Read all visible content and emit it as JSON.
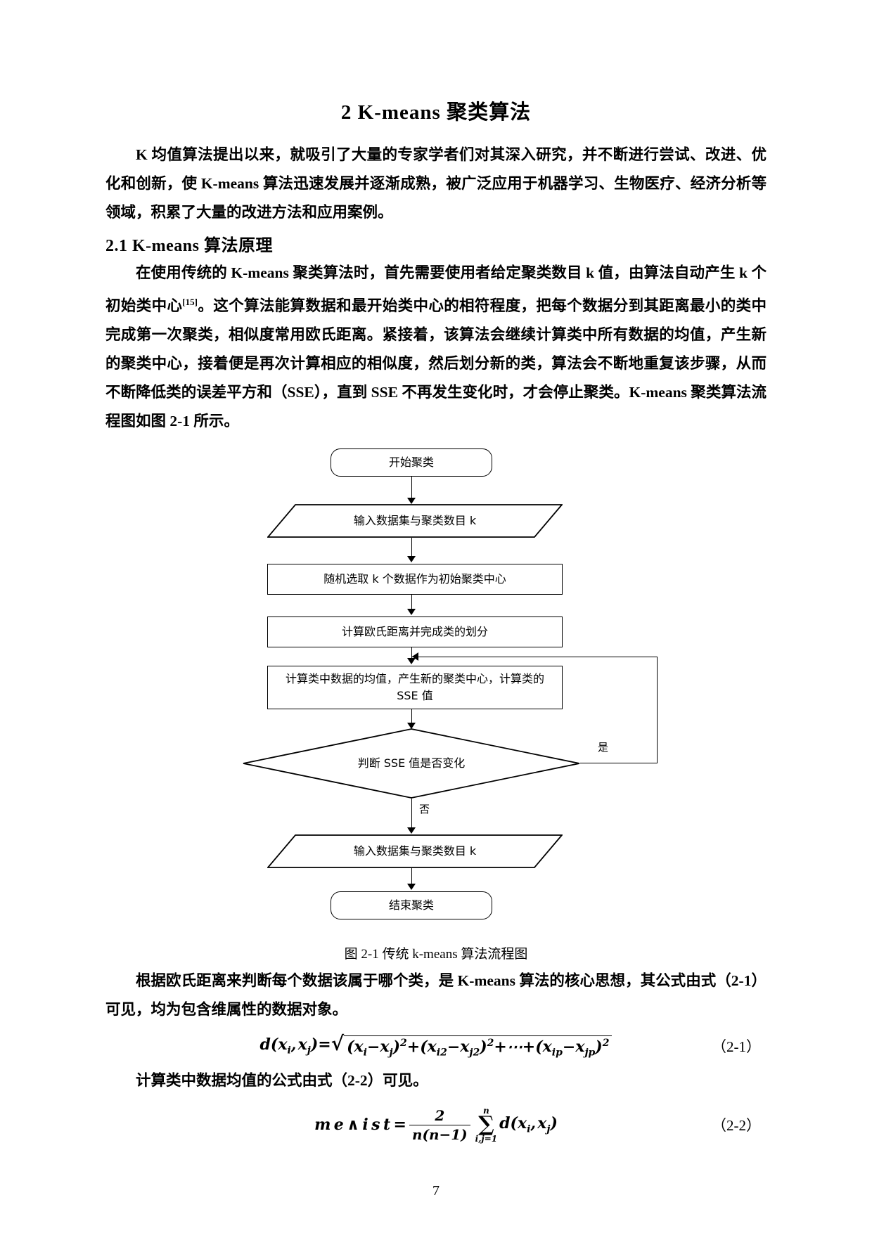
{
  "document": {
    "title": "2  K-means 聚类算法",
    "page_number": "7"
  },
  "intro_paragraph": "K 均值算法提出以来，就吸引了大量的专家学者们对其深入研究，并不断进行尝试、改进、优化和创新，使 K-means 算法迅速发展并逐渐成熟，被广泛应用于机器学习、生物医疗、经济分析等领域，积累了大量的改进方法和应用案例。",
  "section": {
    "heading": "2.1 K-means 算法原理",
    "paragraph_part1": "在使用传统的 K-means 聚类算法时，首先需要使用者给定聚类数目 k 值，由算法自动产生 k 个初始类中心",
    "reference_mark": "[15]",
    "paragraph_part2": "。这个算法能算数据和最开始类中心的相符程度，把每个数据分到其距离最小的类中完成第一次聚类，相似度常用欧氏距离。紧接着，该算法会继续计算类中所有数据的均值，产生新的聚类中心，接着便是再次计算相应的相似度，然后划分新的类，算法会不断地重复该步骤，从而不断降低类的误差平方和（SSE），直到 SSE 不再发生变化时，才会停止聚类。K-means 聚类算法流程图如图 2-1 所示。"
  },
  "flowchart": {
    "nodes": {
      "start": "开始聚类",
      "input_top": "输入数据集与聚类数目 k",
      "select_centers": "随机选取 k 个数据作为初始聚类中心",
      "compute_distance": "计算欧氏距离并完成类的划分",
      "compute_mean": "计算类中数据的均值，产生新的聚类中心，计算类的 SSE 值",
      "decision": "判断 SSE 值是否变化",
      "output_bottom": "输入数据集与聚类数目 k",
      "end": "结束聚类"
    },
    "edge_labels": {
      "yes": "是",
      "no": "否"
    },
    "caption": "图 2-1 传统 k-means 算法流程图"
  },
  "after_figure": {
    "paragraph": "根据欧氏距离来判断每个数据该属于哪个类，是 K-means 算法的核心思想，其公式由式（2-1）可见，均为包含维属性的数据对象。",
    "paragraph2": "计算类中数据均值的公式由式（2-2）可见。"
  },
  "formulas": {
    "eq1": {
      "lhs": "d",
      "args": "x i , x j",
      "number": "（2-1）",
      "terms": {
        "t1_base": "x",
        "t1_sub": "i",
        "t1_minus": "−",
        "t1_b": "x",
        "t1_b_sub": "j",
        "t1_pow": "2",
        "t2_base": "x",
        "t2_sub": "i2",
        "t2_b": "x",
        "t2_b_sub": "j2",
        "t2_pow": "2",
        "t3_base": "x",
        "t3_sub": "ip",
        "t3_b": "x",
        "t3_b_sub": "jp",
        "t3_pow": "2",
        "ellipsis": "+⋯+"
      }
    },
    "eq2": {
      "lhs": "m e∧i s t",
      "equals": "=",
      "frac_num": "2",
      "frac_den_n": "n",
      "frac_den_rest": "(n−1)",
      "sum_upper": "n",
      "sum_lower": "i , j = 1",
      "sum_symbol": "∑",
      "body": "d",
      "body_args": "x i , x j",
      "number": "（2-2）"
    }
  }
}
